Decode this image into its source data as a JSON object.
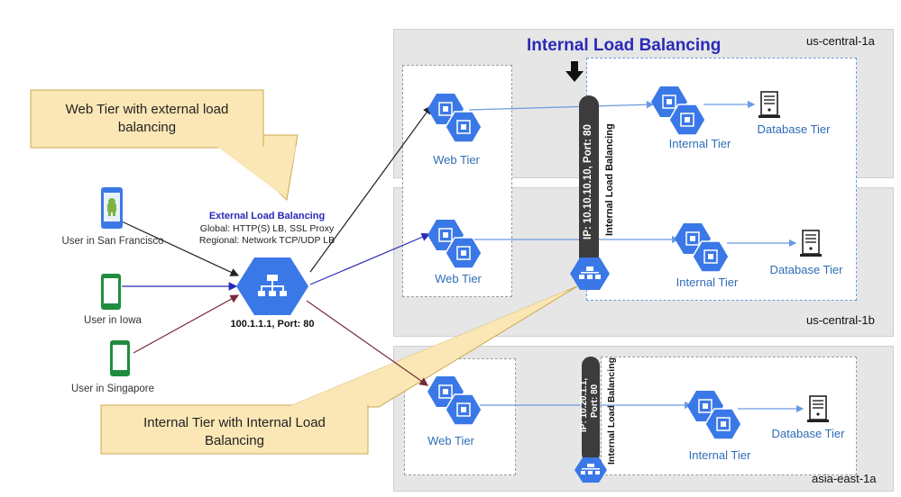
{
  "title": "Internal Load Balancing",
  "callouts": {
    "web_tier_line1": "Web Tier with external load",
    "web_tier_line2": "balancing",
    "internal_tier_line1": "Internal Tier with Internal Load",
    "internal_tier_line2": "Balancing"
  },
  "external_lb": {
    "heading": "External Load Balancing",
    "global": "Global: HTTP(S) LB, SSL Proxy",
    "regional": "Regional: Network TCP/UDP LB",
    "address": "100.1.1.1, Port: 80"
  },
  "users": [
    {
      "label": "User in San Francisco",
      "device": "android-phone-icon"
    },
    {
      "label": "User in Iowa",
      "device": "phone-icon"
    },
    {
      "label": "User in Singapore",
      "device": "phone-icon"
    }
  ],
  "zones": [
    {
      "name": "us-central-1a",
      "web_tier": "Web Tier",
      "internal_tier": "Internal Tier",
      "database_tier": "Database Tier"
    },
    {
      "name": "us-central-1b",
      "web_tier": "Web Tier",
      "internal_tier": "Internal Tier",
      "database_tier": "Database Tier"
    },
    {
      "name": "asia-east-1a",
      "web_tier": "Web Tier",
      "internal_tier": "Internal Tier",
      "database_tier": "Database Tier"
    }
  ],
  "internal_lb_us": {
    "ip": "IP: 10.10.10.10, Port: 80",
    "label": "Internal Load Balancing"
  },
  "internal_lb_asia": {
    "ip_line1": "IP: 10.20.1.1,",
    "ip_line2": "Port: 80",
    "label": "Internal Load Balancing"
  },
  "colors": {
    "title": "#2a2ab8",
    "hexagon": "#3b78e7",
    "tier_text": "#2f6db5",
    "callout_fill": "#fbe7b5",
    "zone_fill": "#e6e6e6",
    "ilb_bar": "#3c3c3c",
    "phone_blue": "#3b78e7",
    "phone_green": "#1e8e3e",
    "arrow_sf": "#222222",
    "arrow_iowa": "#2a2ab8",
    "arrow_sg": "#7a2a3a"
  }
}
